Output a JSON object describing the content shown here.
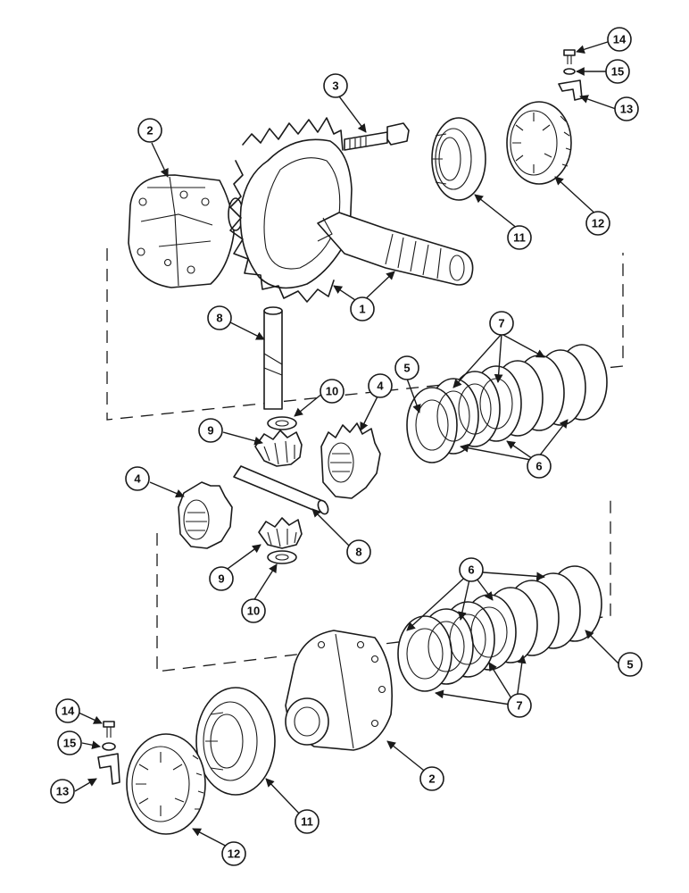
{
  "colors": {
    "ink": "#1a1a1a",
    "paper": "#ffffff"
  },
  "callouts": {
    "c1": "1",
    "c2a": "2",
    "c2b": "2",
    "c3": "3",
    "c4a": "4",
    "c4b": "4",
    "c5a": "5",
    "c5b": "5",
    "c6a": "6",
    "c6b": "6",
    "c7a": "7",
    "c7b": "7",
    "c8a": "8",
    "c8b": "8",
    "c9a": "9",
    "c9b": "9",
    "c10a": "10",
    "c10b": "10",
    "c11a": "11",
    "c11b": "11",
    "c12a": "12",
    "c12b": "12",
    "c13a": "13",
    "c13b": "13",
    "c14a": "14",
    "c14b": "14",
    "c15a": "15",
    "c15b": "15"
  }
}
